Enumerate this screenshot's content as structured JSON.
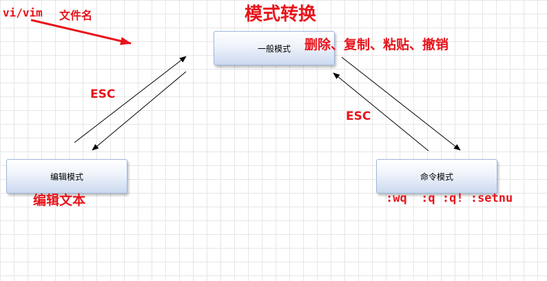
{
  "title": "模式转换",
  "command_label": "vi/vim",
  "filename_label": "文件名",
  "nodes": {
    "normal": "一般模式",
    "edit": "编辑模式",
    "command": "命令模式"
  },
  "annotations": {
    "normal_ops": "删除、复制、粘贴、撤销",
    "edit_ops": "编辑文本",
    "command_ops": ":wq  :q :q! :setnu"
  },
  "edges": {
    "esc_left": "ESC",
    "esc_right": "ESC"
  },
  "colors": {
    "accent_red": "#e8141b",
    "node_border": "#9fb6d8"
  }
}
